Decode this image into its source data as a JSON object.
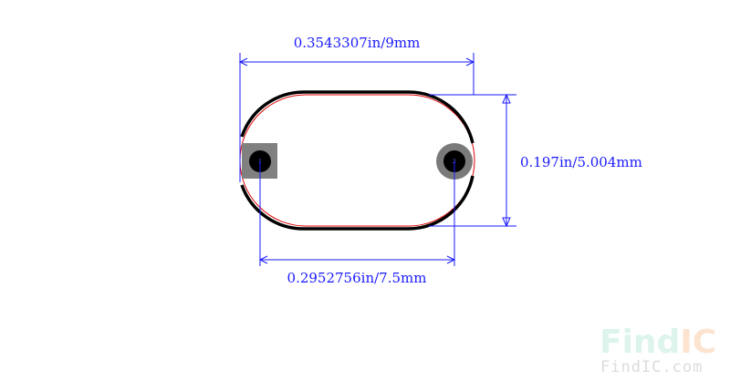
{
  "dimensions": {
    "width_label": "0.3543307in/9mm",
    "height_label": "0.197in/5.004mm",
    "pitch_label": "0.2952756in/7.5mm"
  },
  "pins": [
    {
      "id": "1",
      "pad_shape": "square"
    },
    {
      "id": "2",
      "pad_shape": "round"
    }
  ],
  "watermark": {
    "logo_part1": "Find",
    "logo_part2": "IC",
    "url": "FindIC.com"
  },
  "colors": {
    "dimension": "#1a1aff",
    "outline": "#000000",
    "courtyard": "#e00000",
    "pad_square": "#808080",
    "pad_round": "#7a7a7a",
    "drill": "#000000"
  }
}
